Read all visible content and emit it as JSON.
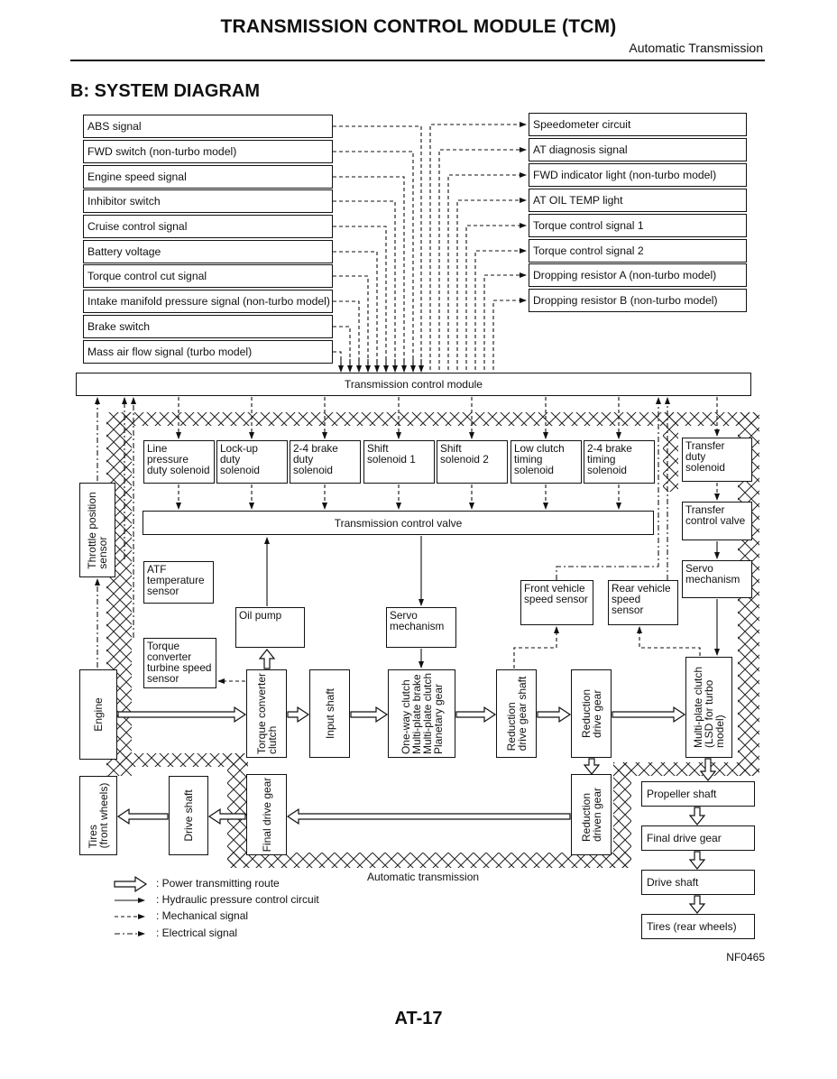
{
  "header": {
    "title": "TRANSMISSION CONTROL MODULE (TCM)",
    "subtitle": "Automatic Transmission"
  },
  "section_title": "B: SYSTEM DIAGRAM",
  "inputs": [
    "ABS signal",
    "FWD switch (non-turbo model)",
    "Engine speed signal",
    "Inhibitor switch",
    "Cruise control signal",
    "Battery voltage",
    "Torque control cut signal",
    "Intake manifold pressure signal (non-turbo model)",
    "Brake switch",
    "Mass air flow signal (turbo model)"
  ],
  "outputs": [
    "Speedometer circuit",
    "AT diagnosis signal",
    "FWD indicator light (non-turbo model)",
    "AT OIL TEMP light",
    "Torque control signal 1",
    "Torque control signal 2",
    "Dropping resistor A (non-turbo model)",
    "Dropping resistor B (non-turbo model)"
  ],
  "tcm": "Transmission control module",
  "solenoids": [
    "Line\npressure\nduty solenoid",
    "Lock-up\nduty\nsolenoid",
    "2-4 brake\nduty\nsolenoid",
    "Shift\nsolenoid 1",
    "Shift\nsolenoid 2",
    "Low clutch\ntiming\nsolenoid",
    "2-4 brake\ntiming\nsolenoid"
  ],
  "transfer_duty": "Transfer\nduty\nsolenoid",
  "tcv": "Transmission control valve",
  "transfer_valve": "Transfer\ncontrol valve",
  "servo_right": "Servo\nmechanism",
  "servo_center": "Servo\nmechanism",
  "throttle_sensor": "Throttle position\nsensor",
  "atf_sensor": "ATF\ntemperature\nsensor",
  "oil_pump": "Oil pump",
  "front_speed": "Front vehicle\nspeed sensor",
  "rear_speed": "Rear vehicle\nspeed sensor",
  "turbine_sensor": "Torque\nconverter\nturbine speed\nsensor",
  "engine": "Engine",
  "drivetrain": {
    "torque_converter": "Torque converter\nclutch",
    "input_shaft": "Input shaft",
    "planetary": "One-way clutch\nMulti-plate brake\nMulti-plate clutch\nPlanetary gear",
    "reduction_drive_shaft": "Reduction\ndrive gear shaft",
    "reduction_drive_gear": "Reduction\ndrive gear",
    "multiplate": "Multi-plate clutch\n(LSD for turbo\nmodel)",
    "reduction_driven": "Reduction\ndriven gear",
    "final_drive_gear": "Final drive gear",
    "drive_shaft": "Drive shaft",
    "tires_front": "Tires\n(front wheels)"
  },
  "rear_chain": [
    "Propeller shaft",
    "Final drive gear",
    "Drive shaft",
    "Tires (rear wheels)"
  ],
  "at_label": "Automatic transmission",
  "legend": [
    ": Power transmitting route",
    ": Hydraulic pressure control circuit",
    ": Mechanical signal",
    ": Electrical signal"
  ],
  "figure_id": "NF0465",
  "page_number": "AT-17"
}
